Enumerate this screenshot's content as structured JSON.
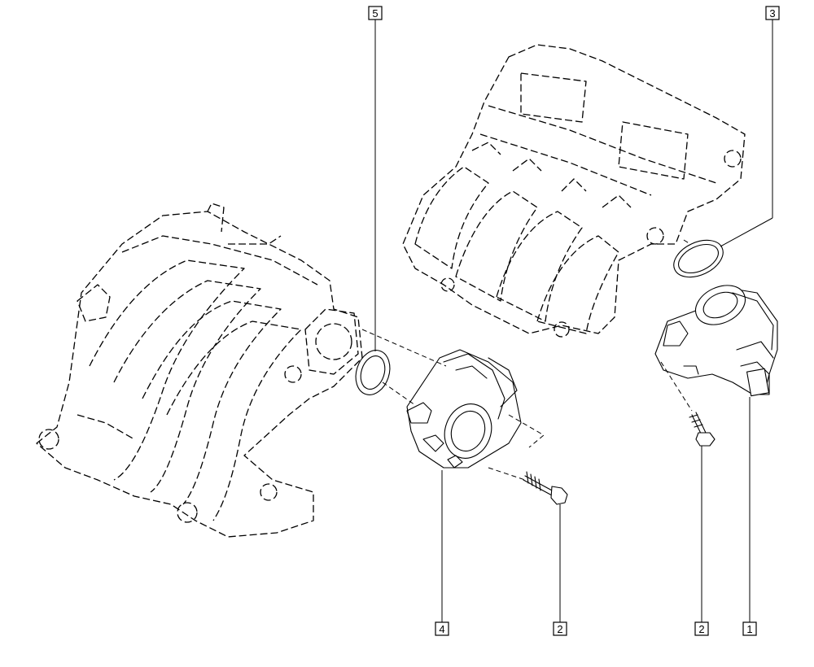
{
  "callouts": [
    {
      "id": "callout-1",
      "label": "1"
    },
    {
      "id": "callout-2-right",
      "label": "2"
    },
    {
      "id": "callout-2-left",
      "label": "2"
    },
    {
      "id": "callout-3",
      "label": "3"
    },
    {
      "id": "callout-4",
      "label": "4"
    },
    {
      "id": "callout-5",
      "label": "5"
    }
  ],
  "colors": {
    "line": "#000000",
    "background": "#ffffff"
  },
  "parts": [
    "intake-manifold-left",
    "intake-manifold-right",
    "throttle-body-left",
    "throttle-body-right",
    "gasket-left",
    "gasket-right",
    "bolt-left",
    "bolt-right"
  ]
}
